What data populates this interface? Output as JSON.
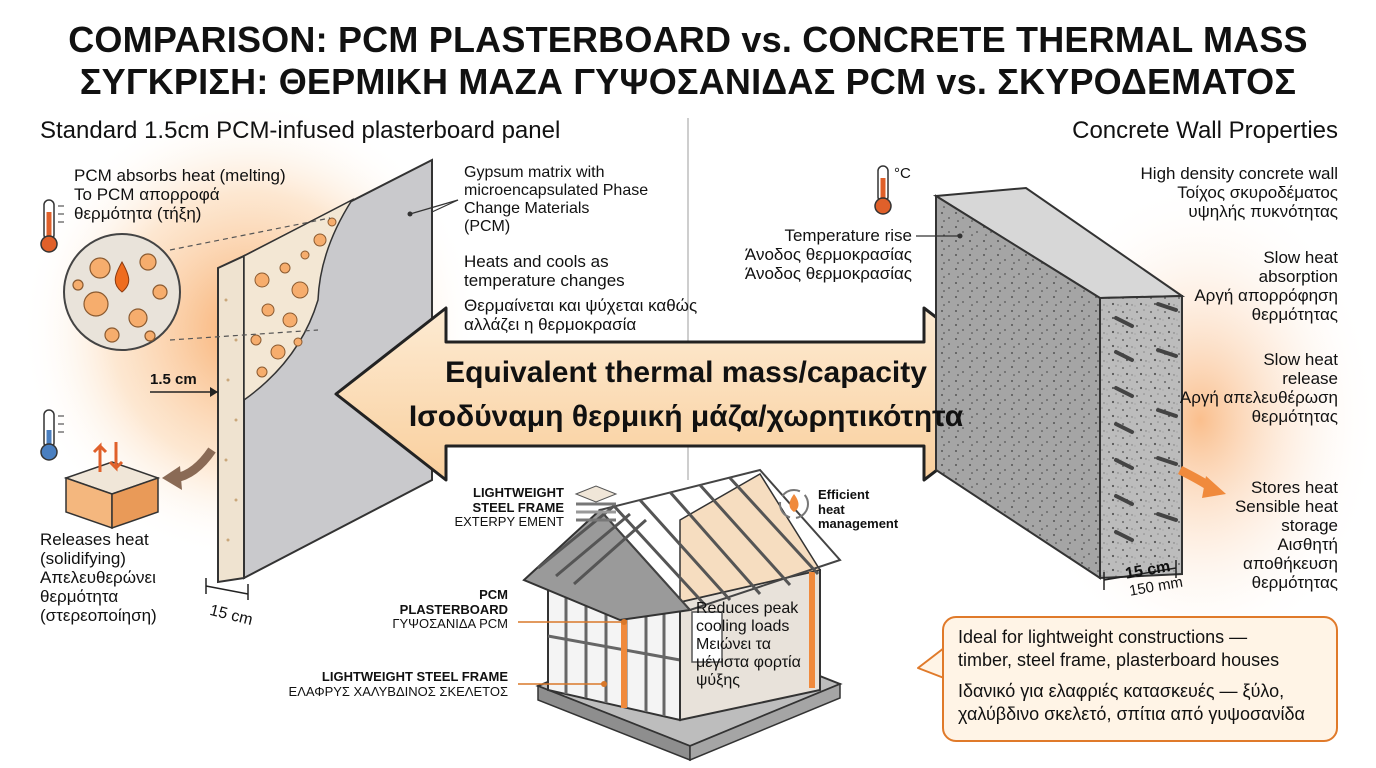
{
  "title": {
    "en": "COMPARISON: PCM PLASTERBOARD vs. CONCRETE THERMAL MASS",
    "el": "ΣΥΓΚΡΙΣΗ: ΘΕΡΜΙΚΗ ΜΑΖΑ ΓΥΨΟΣΑΝΙΔΑΣ PCM vs. ΣΚΥΡΟΔΕΜΑΤΟΣ"
  },
  "left": {
    "heading": "Standard 1.5cm PCM-infused plasterboard panel",
    "absorbs": [
      "PCM absorbs heat (melting)",
      "Το PCM απορροφά",
      "θερμότητα (τήξη)"
    ],
    "matrix": [
      "Gypsum matrix with",
      "microencapsulated Phase",
      "Change Materials",
      "(PCM)"
    ],
    "heats": [
      "Heats and cools as",
      "temperature changes"
    ],
    "heats_el": [
      "Θερμαίνεται και ψύχεται καθώς",
      "αλλάζει η θερμοκρασία"
    ],
    "thickness_label": "1.5 cm",
    "width_label": "15 cm",
    "releases": [
      "Releases heat",
      "(solidifying)",
      "Απελευθερώνει",
      "θερμότητα",
      "(στερεοποίηση)"
    ]
  },
  "center": {
    "arrow_en": "Equivalent thermal mass/capacity",
    "arrow_el": "Ισοδύναμη θερμική μάζα/χωρητικότητα",
    "temp_rise": [
      "Temperature rise",
      "Άνοδος θερμοκρασίας",
      "Άνοδος θερμοκρασίας"
    ],
    "deg_unit": "°C",
    "steel_frame_top": [
      "LIGHTWEIGHT",
      "STEEL FRAME",
      "EXTERPY EMENT"
    ],
    "efficient": [
      "Efficient",
      "heat",
      "management"
    ],
    "pcm_board": [
      "PCM",
      "PLASTERBOARD",
      "ΓΥΨΟΣΑΝΙΔΑ PCM"
    ],
    "steel_frame_bottom": [
      "LIGHTWEIGHT STEEL FRAME",
      "ΕΛΑΦΡΥΣ ΧΑΛΥΒΔΙΝΟΣ ΣΚΕΛΕΤΟΣ"
    ],
    "reduces": [
      "Reduces peak",
      "cooling loads",
      "Μειώνει τα",
      "μέγιστα φορτία",
      "ψύξης"
    ]
  },
  "right": {
    "heading": "Concrete Wall Properties",
    "density": [
      "High density concrete wall",
      "Τοίχος σκυροδέματος",
      "υψηλής πυκνότητας"
    ],
    "slow_abs": [
      "Slow heat",
      "absorption",
      "Αργή απορρόφηση",
      "θερμότητας"
    ],
    "slow_rel": [
      "Slow heat",
      "release",
      "Αργή απελευθέρωση",
      "θερμότητας"
    ],
    "stores": [
      "Stores heat",
      "Sensible heat",
      "storage",
      "Αισθητή",
      "αποθήκευση",
      "θερμότητας"
    ],
    "width_cm": "15 cm",
    "width_mm": "150 mm"
  },
  "callout": {
    "en": [
      "Ideal for lightweight constructions —",
      "timber, steel frame, plasterboard houses"
    ],
    "el": [
      "Ιδανικό για ελαφριές κατασκευές — ξύλο,",
      "χαλύβδινο σκελετό, σπίτια από γυψοσανίδα"
    ]
  },
  "colors": {
    "accent": "#f08a3c",
    "arrow_fill": "#fde3c4",
    "concrete": "#b9b9b9",
    "panel": "#c9c9cc"
  }
}
